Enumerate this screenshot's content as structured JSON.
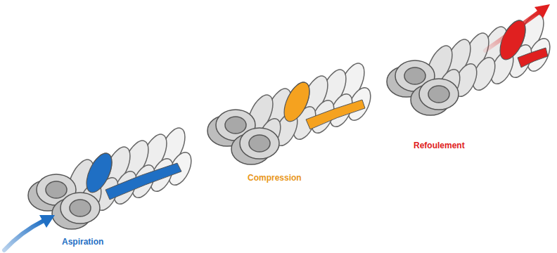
{
  "diagram": {
    "labels": [
      "Aspiration",
      "Compression",
      "Refoulement"
    ]
  }
}
